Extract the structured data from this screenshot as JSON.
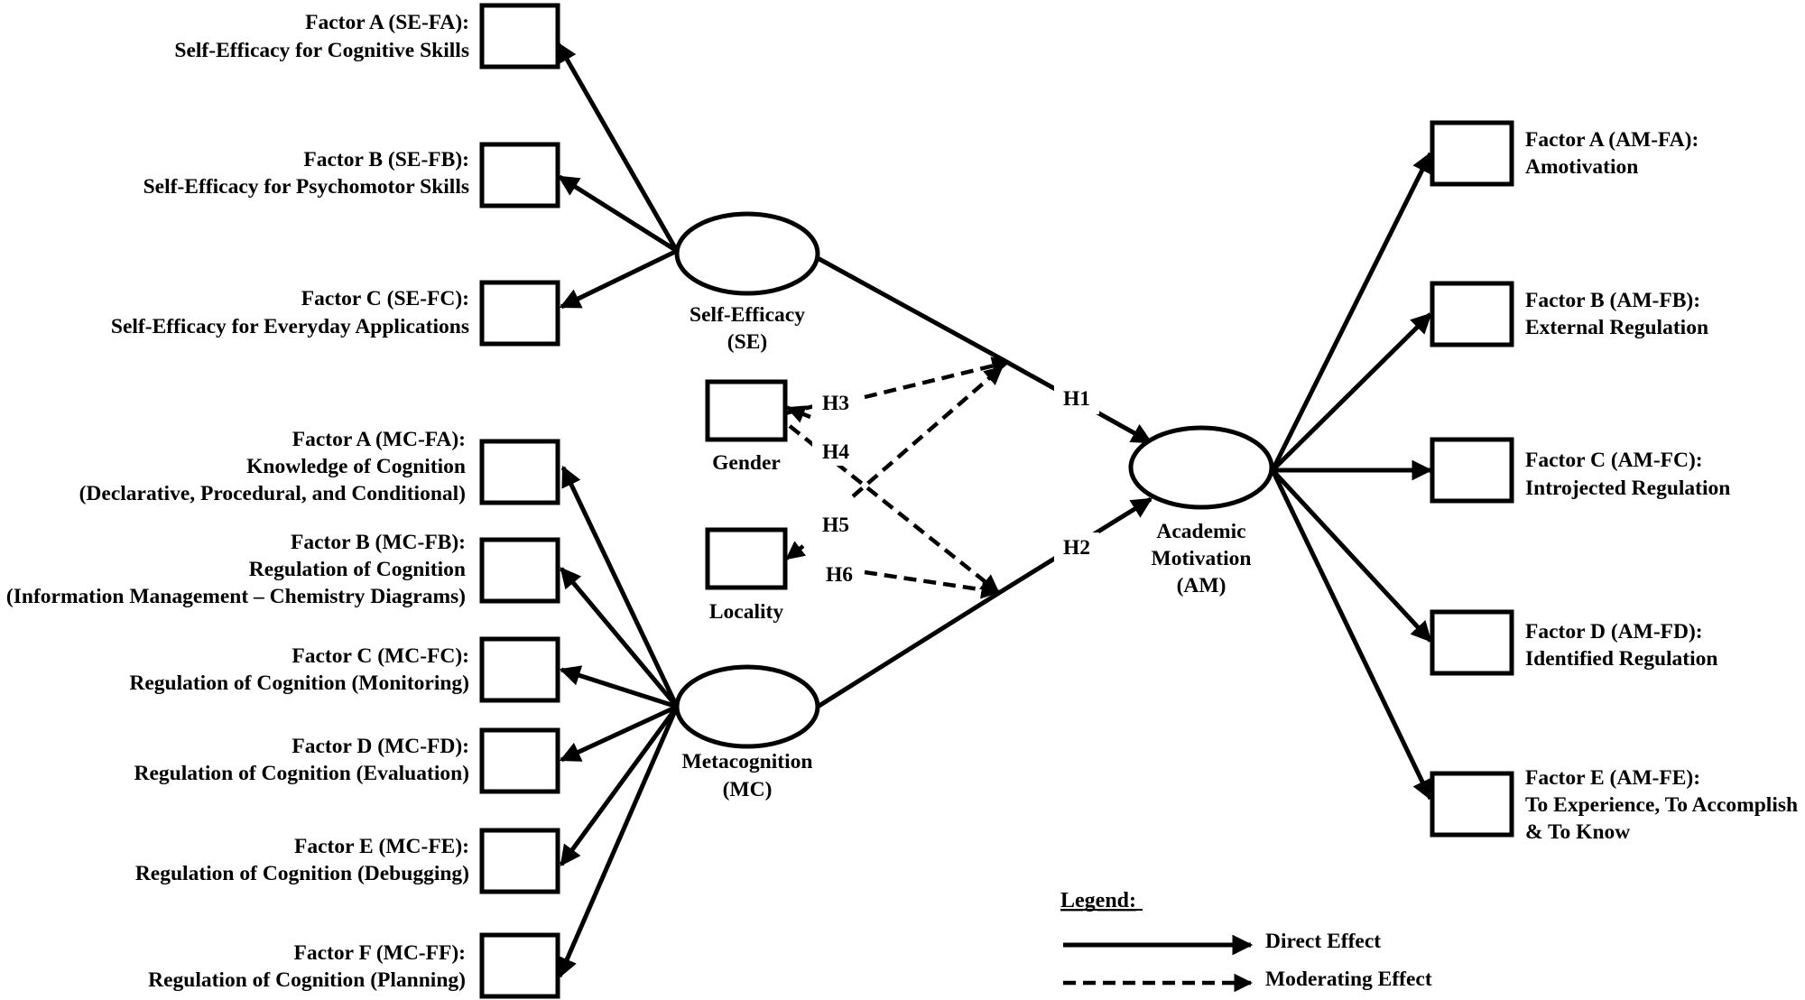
{
  "self_efficacy_factors": [
    {
      "code": "Factor A (SE-FA):",
      "name": "Self-Efficacy for Cognitive Skills"
    },
    {
      "code": "Factor B (SE-FB):",
      "name": "Self-Efficacy for Psychomotor Skills"
    },
    {
      "code": "Factor C (SE-FC):",
      "name": "Self-Efficacy for Everyday Applications"
    }
  ],
  "metacognition_factors": [
    {
      "code": "Factor A (MC-FA):",
      "name": "Knowledge of Cognition",
      "detail": "(Declarative, Procedural, and Conditional)"
    },
    {
      "code": "Factor B (MC-FB):",
      "name": "Regulation of Cognition",
      "detail": "(Information Management – Chemistry Diagrams)"
    },
    {
      "code": "Factor C (MC-FC):",
      "name": "Regulation of Cognition (Monitoring)"
    },
    {
      "code": "Factor D (MC-FD):",
      "name": "Regulation of Cognition (Evaluation)"
    },
    {
      "code": "Factor E (MC-FE):",
      "name": "Regulation of Cognition (Debugging)"
    },
    {
      "code": "Factor F (MC-FF):",
      "name": "Regulation of Cognition (Planning)"
    }
  ],
  "motivation_factors": [
    {
      "code": "Factor A (AM-FA):",
      "name": "Amotivation"
    },
    {
      "code": "Factor B (AM-FB):",
      "name": "External Regulation"
    },
    {
      "code": "Factor C (AM-FC):",
      "name": "Introjected Regulation"
    },
    {
      "code": "Factor D (AM-FD):",
      "name": "Identified Regulation"
    },
    {
      "code": "Factor E (AM-FE):",
      "name": "To Experience, To Accomplish",
      "detail": "& To Know"
    }
  ],
  "constructs": {
    "self_efficacy": {
      "name": "Self-Efficacy",
      "abbr": "(SE)"
    },
    "metacognition": {
      "name": "Metacognition",
      "abbr": "(MC)"
    },
    "academic_motivation": {
      "line1": "Academic",
      "line2": "Motivation",
      "abbr": "(AM)"
    }
  },
  "moderators": {
    "gender": "Gender",
    "locality": "Locality"
  },
  "hypotheses": {
    "h1": "H1",
    "h2": "H2",
    "h3": "H3",
    "h4": "H4",
    "h5": "H5",
    "h6": "H6"
  },
  "legend": {
    "title": "Legend:",
    "direct": "Direct Effect",
    "moderating": "Moderating Effect"
  }
}
